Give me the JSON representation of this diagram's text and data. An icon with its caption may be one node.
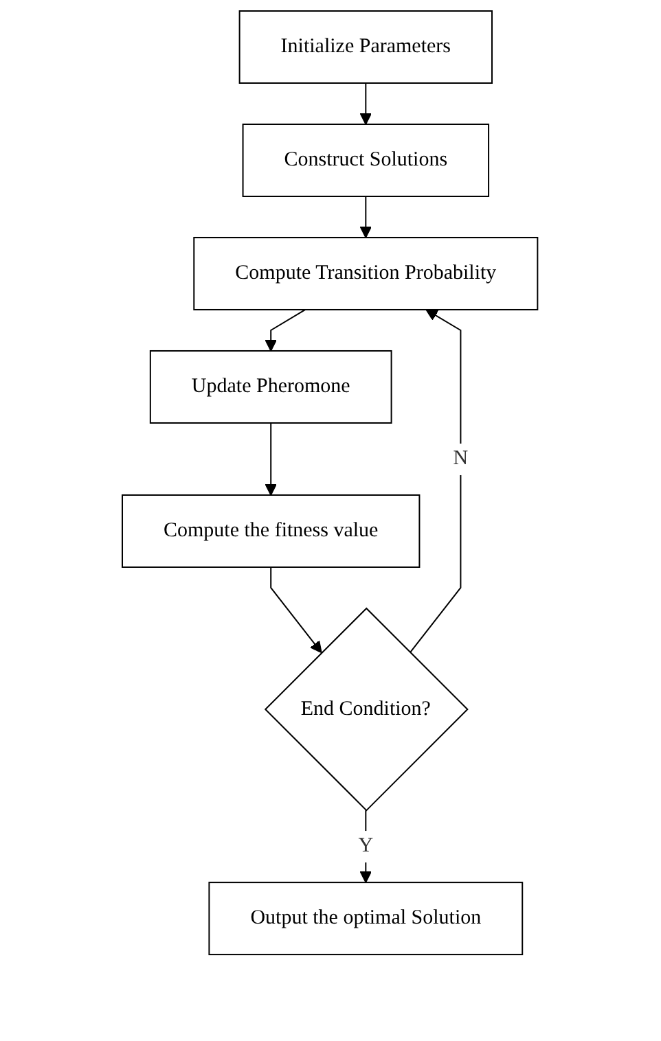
{
  "diagram": {
    "nodes": [
      {
        "text": [
          "Initialize Parameters"
        ]
      },
      {
        "text": [
          "Construct Solutions"
        ]
      },
      {
        "text": [
          "Compute Transition Probability"
        ]
      },
      {
        "text": [
          "Update Pheromone"
        ]
      },
      {
        "text": [
          "Compute the fitness value"
        ]
      },
      {
        "text": [
          "End Condition?"
        ]
      },
      {
        "text": [
          "Output the optimal Solution"
        ]
      }
    ],
    "edges": [
      {
        "from": 0,
        "to": 1,
        "arrow": "to"
      },
      {
        "from": 1,
        "to": 2,
        "arrow": "to"
      },
      {
        "from": 2,
        "to": 3,
        "arrow": "to"
      },
      {
        "from": 3,
        "to": 4,
        "arrow": "to"
      },
      {
        "from": 4,
        "to": 5,
        "arrow": "to"
      },
      {
        "from": 5,
        "to": 2,
        "label": "N",
        "arrow": "to"
      },
      {
        "from": 5,
        "to": 6,
        "label": "Y",
        "arrow": "to"
      }
    ]
  }
}
